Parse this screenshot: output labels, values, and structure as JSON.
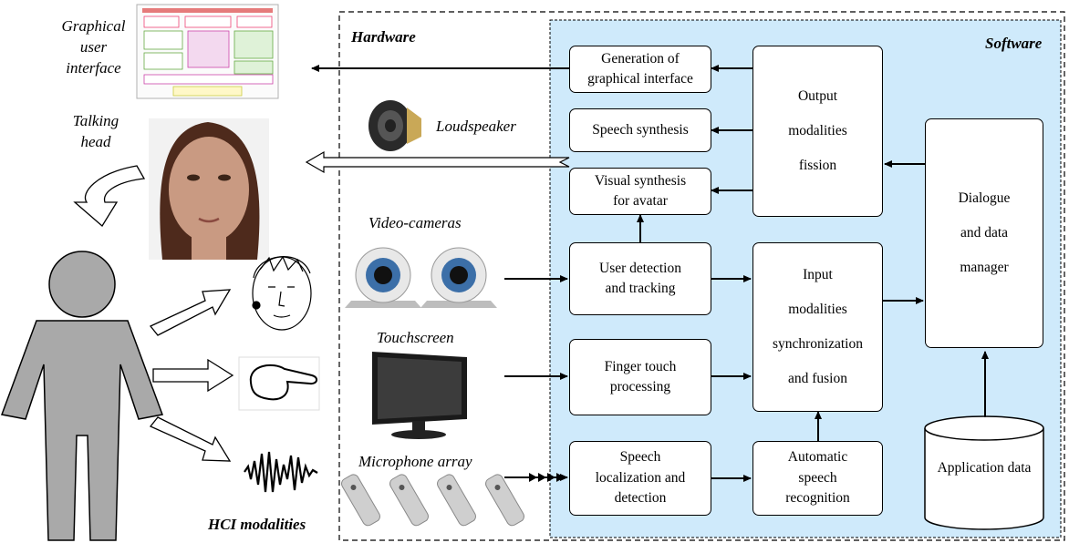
{
  "sections": {
    "hardware": "Hardware",
    "software": "Software",
    "hci": "HCI modalities"
  },
  "labels": {
    "gui": "Graphical\nuser\ninterface",
    "talking_head": "Talking\nhead",
    "loudspeaker": "Loudspeaker",
    "video_cameras": "Video-cameras",
    "touchscreen": "Touchscreen",
    "microphone_array": "Microphone array"
  },
  "boxes": {
    "gen_gui": "Generation of\ngraphical interface",
    "speech_synth": "Speech synthesis",
    "visual_synth": "Visual synthesis\nfor avatar",
    "output_fission": "Output\nmodalities\nfission",
    "user_detect": "User detection\nand tracking",
    "finger_touch": "Finger touch\nprocessing",
    "speech_loc": "Speech\nlocalization and\ndetection",
    "asr": "Automatic\nspeech\nrecognition",
    "input_fusion": "Input\nmodalities\nsynchronization\nand fusion",
    "dialogue": "Dialogue\nand data\nmanager",
    "app_data": "Application data"
  },
  "colors": {
    "software_bg": "#cfeafb",
    "person": "#a9a9a9",
    "skin": "#c99a82",
    "hair": "#4e2a1c"
  }
}
